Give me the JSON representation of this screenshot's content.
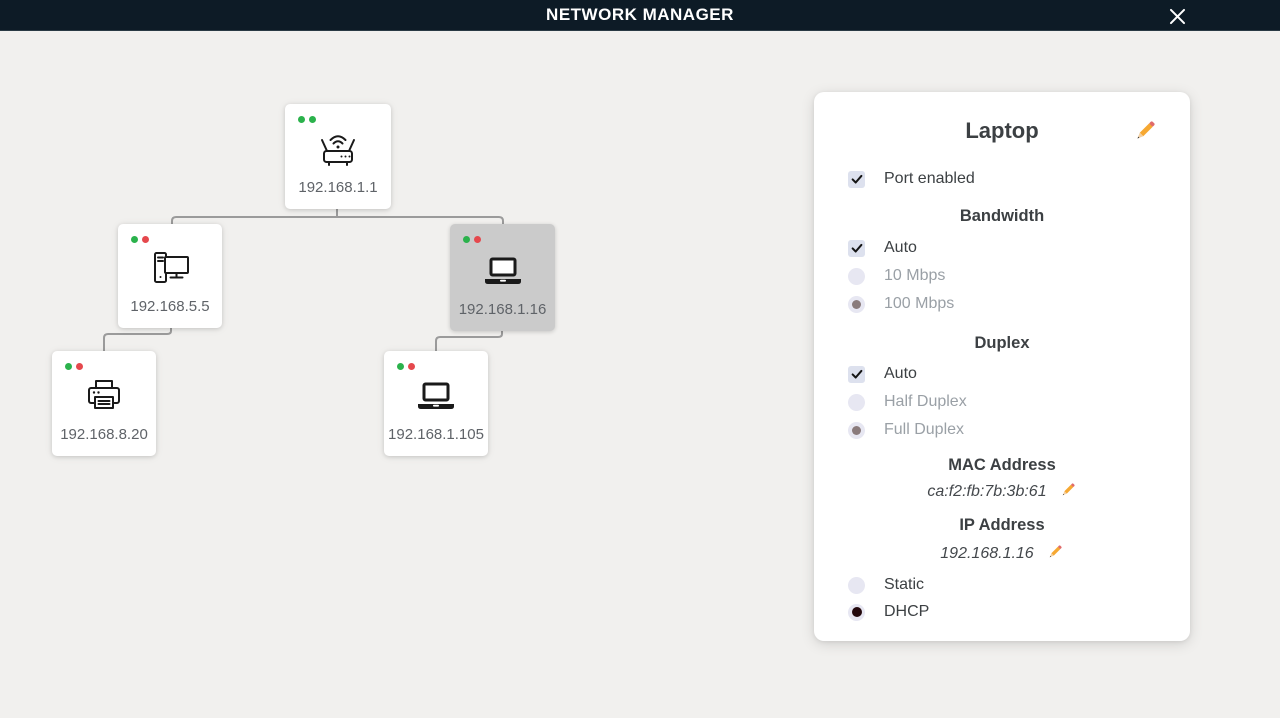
{
  "titlebar": {
    "title": "NETWORK MANAGER"
  },
  "colors": {
    "green": "#2bb24c",
    "red": "#e5484d"
  },
  "network": {
    "nodes": [
      {
        "name": "router",
        "ip": "192.168.1.1",
        "icon": "router-icon",
        "status": [
          "green",
          "green"
        ],
        "selected": false
      },
      {
        "name": "desktop",
        "ip": "192.168.5.5",
        "icon": "desktop-icon",
        "status": [
          "green",
          "red"
        ],
        "selected": false
      },
      {
        "name": "laptop",
        "ip": "192.168.1.16",
        "icon": "laptop-icon",
        "status": [
          "green",
          "red"
        ],
        "selected": true
      },
      {
        "name": "printer",
        "ip": "192.168.8.20",
        "icon": "printer-icon",
        "status": [
          "green",
          "red"
        ],
        "selected": false
      },
      {
        "name": "laptop2",
        "ip": "192.168.1.105",
        "icon": "laptop-icon",
        "status": [
          "green",
          "red"
        ],
        "selected": false
      }
    ]
  },
  "panel": {
    "title": "Laptop",
    "port_enabled": {
      "label": "Port enabled",
      "checked": true
    },
    "bandwidth": {
      "heading": "Bandwidth",
      "options": [
        {
          "label": "Auto",
          "type": "checkbox",
          "checked": true
        },
        {
          "label": "10 Mbps",
          "type": "radio",
          "selected": false,
          "disabled": true
        },
        {
          "label": "100 Mbps",
          "type": "radio",
          "selected": true,
          "disabled": true
        }
      ]
    },
    "duplex": {
      "heading": "Duplex",
      "options": [
        {
          "label": "Auto",
          "type": "checkbox",
          "checked": true
        },
        {
          "label": "Half Duplex",
          "type": "radio",
          "selected": false,
          "disabled": true
        },
        {
          "label": "Full Duplex",
          "type": "radio",
          "selected": true,
          "disabled": true
        }
      ]
    },
    "mac": {
      "heading": "MAC Address",
      "value": "ca:f2:fb:7b:3b:61"
    },
    "ip": {
      "heading": "IP Address",
      "value": "192.168.1.16"
    },
    "ip_mode": {
      "options": [
        {
          "label": "Static",
          "selected": false
        },
        {
          "label": "DHCP",
          "selected": true
        }
      ]
    }
  }
}
